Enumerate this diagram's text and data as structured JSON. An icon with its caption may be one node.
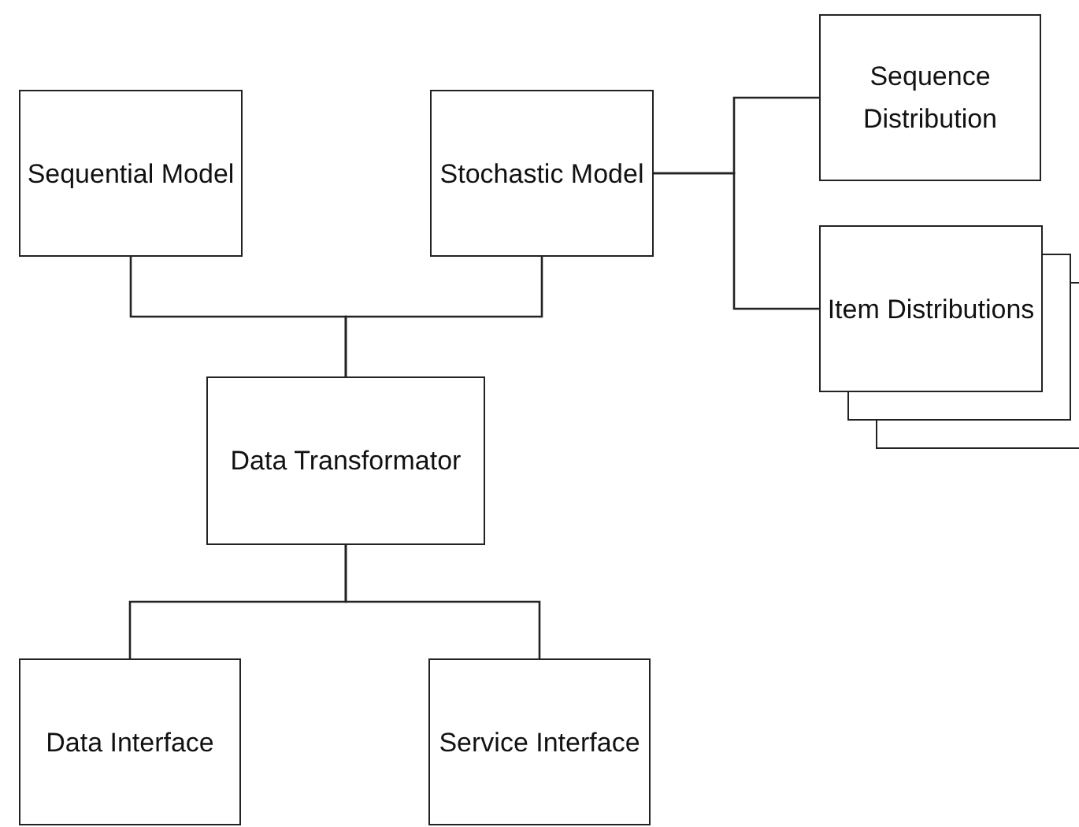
{
  "diagram": {
    "nodes": [
      {
        "text": [
          "Sequential Model"
        ]
      },
      {
        "text": [
          "Stochastic Model"
        ]
      },
      {
        "text": [
          "Sequence Distribution"
        ]
      },
      {
        "text": [
          "Item Distributions"
        ]
      },
      {
        "text": [
          "Data Transformator"
        ]
      },
      {
        "text": [
          "Data Interface"
        ]
      },
      {
        "text": [
          "Service Interface"
        ]
      }
    ],
    "edges": [
      {
        "from": 0,
        "to": 4,
        "arrow": "none"
      },
      {
        "from": 1,
        "to": 4,
        "arrow": "none"
      },
      {
        "from": 1,
        "to": 2,
        "arrow": "none"
      },
      {
        "from": 1,
        "to": 3,
        "arrow": "none"
      },
      {
        "from": 4,
        "to": 5,
        "arrow": "none"
      },
      {
        "from": 4,
        "to": 6,
        "arrow": "none"
      }
    ]
  }
}
